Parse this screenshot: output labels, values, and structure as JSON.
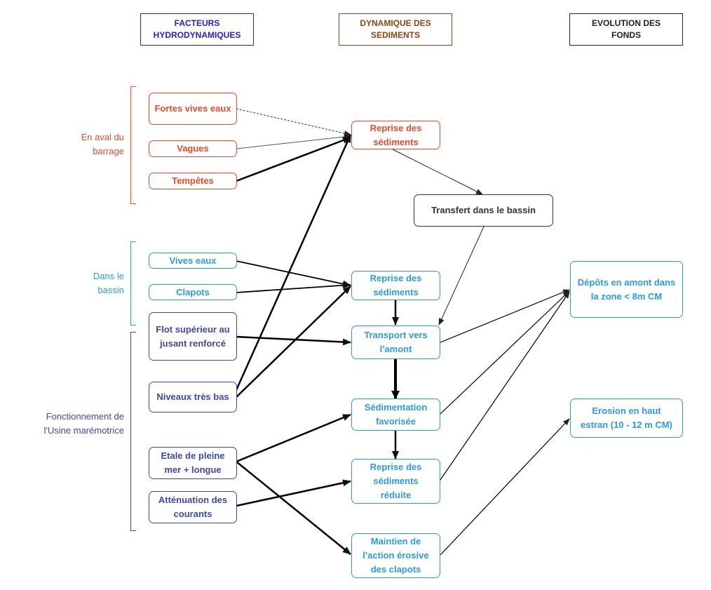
{
  "headers": {
    "facteurs": "FACTEURS HYDRODYNAMIQUES",
    "dynamique": "DYNAMIQUE DES SEDIMENTS",
    "evolution": "EVOLUTION DES FONDS"
  },
  "groups": {
    "aval": "En aval du barrage",
    "bassin": "Dans le bassin",
    "usine": "Fonctionnement de l'Usine marémotrice"
  },
  "factors": {
    "fortes_vives_eaux": "Fortes vives eaux",
    "vagues": "Vagues",
    "tempetes": "Tempêtes",
    "vives_eaux": "Vives eaux",
    "clapots": "Clapots",
    "flot_superieur": "Flot supérieur au jusant renforcé",
    "niveaux_tres_bas": "Niveaux très bas",
    "etale": "Etale de pleine mer + longue",
    "attenuation": "Atténuation des courants"
  },
  "dynamics": {
    "reprise_aval": "Reprise des sédiments",
    "transfert": "Transfert dans le bassin",
    "reprise_bassin": "Reprise des sédiments",
    "transport": "Transport vers l'amont",
    "sedimentation": "Sédimentation favorisée",
    "reprise_reduite": "Reprise des sédiments réduite",
    "maintien": "Maintien de l'action érosive des clapots"
  },
  "outcomes": {
    "depots": "Dépôts en amont dans la zone < 8m CM",
    "erosion": "Erosion en haut estran (10 - 12 m CM)"
  },
  "colors": {
    "red": "#e84a2a",
    "blue": "#2a9ae5",
    "navy": "#3c48b0",
    "dark": "#333333",
    "brown": "#8b4513",
    "header_blue": "#2222cc"
  }
}
